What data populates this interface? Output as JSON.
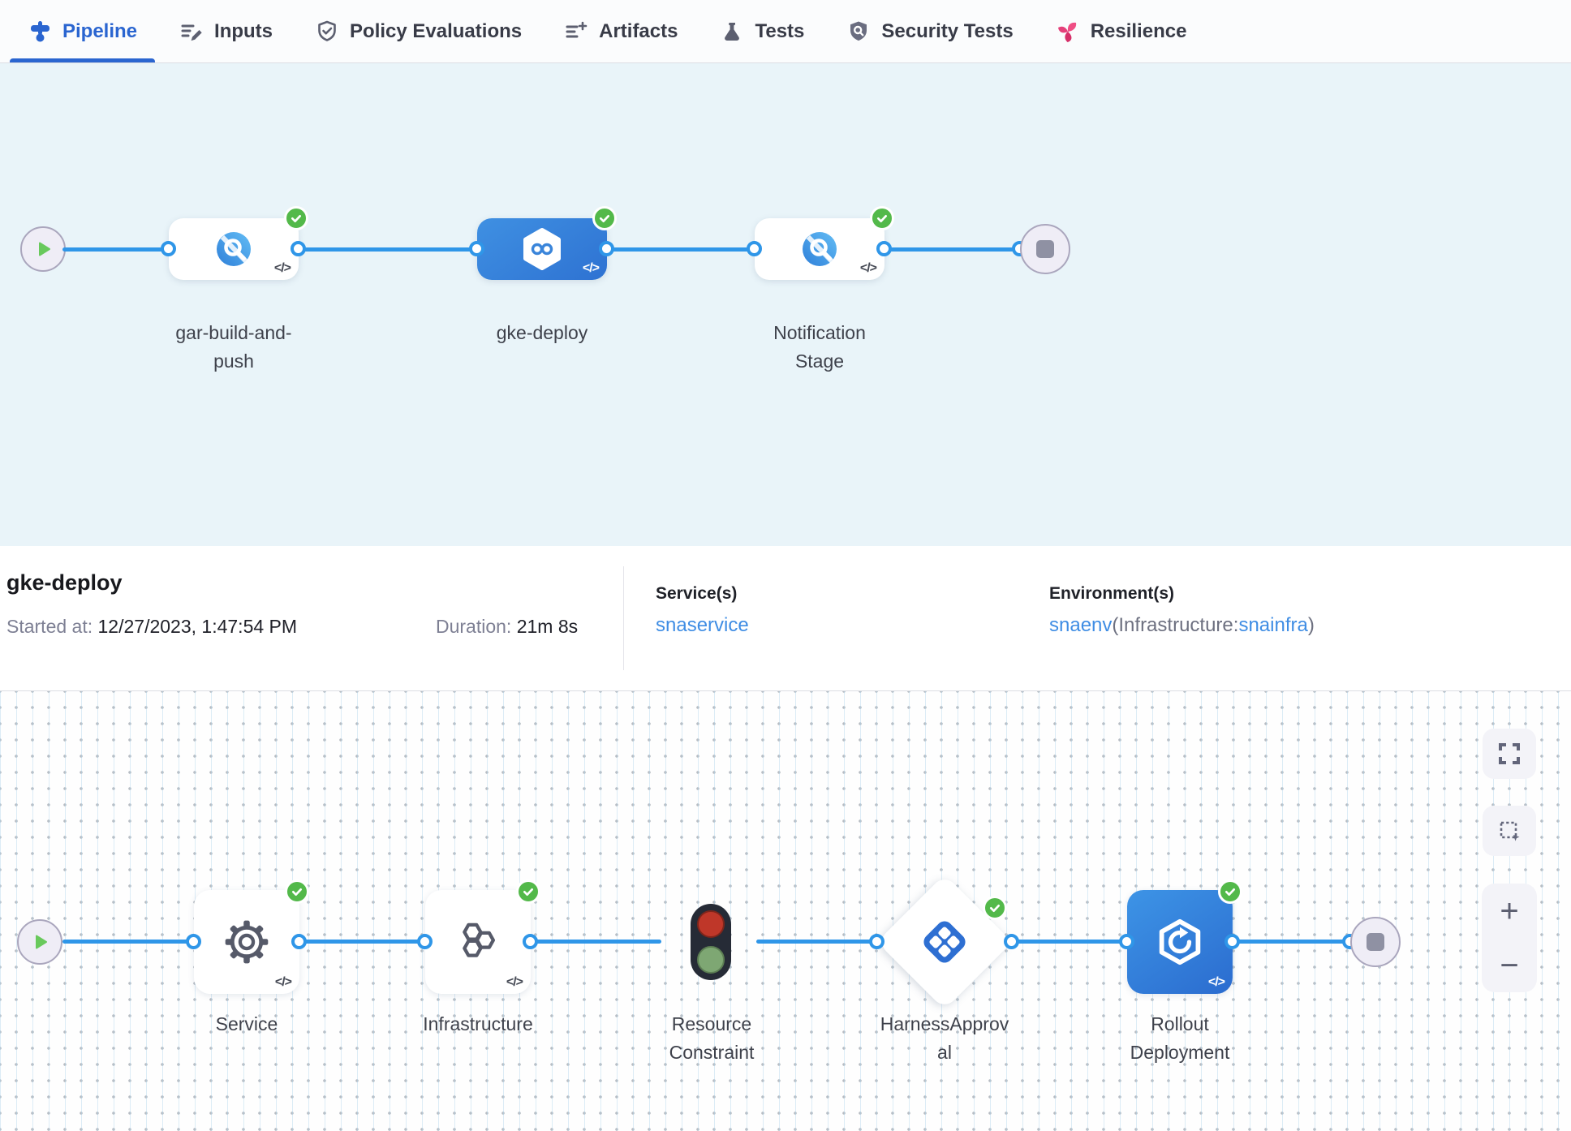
{
  "tabs": {
    "items": [
      {
        "label": "Pipeline",
        "active": true
      },
      {
        "label": "Inputs",
        "active": false
      },
      {
        "label": "Policy Evaluations",
        "active": false
      },
      {
        "label": "Artifacts",
        "active": false
      },
      {
        "label": "Tests",
        "active": false
      },
      {
        "label": "Security Tests",
        "active": false
      },
      {
        "label": "Resilience",
        "active": false
      }
    ]
  },
  "stage_graph": {
    "stages": [
      {
        "label": "gar-build-and-push",
        "status": "success",
        "selected": false
      },
      {
        "label": "gke-deploy",
        "status": "success",
        "selected": true
      },
      {
        "label": "Notification Stage",
        "status": "success",
        "selected": false
      }
    ]
  },
  "details": {
    "title": "gke-deploy",
    "started_label": "Started at:",
    "started_value": "12/27/2023, 1:47:54 PM",
    "duration_label": "Duration:",
    "duration_value": "21m 8s",
    "services_label": "Service(s)",
    "service_link": "snaservice",
    "environments_label": "Environment(s)",
    "environment_link": "snaenv",
    "infrastructure_prefix": "(Infrastructure:",
    "infrastructure_link": "snainfra",
    "infrastructure_suffix": ")"
  },
  "execution_graph": {
    "steps": [
      {
        "label": "Service",
        "status": "success"
      },
      {
        "label": "Infrastructure",
        "status": "success"
      },
      {
        "label": "Resource Constraint",
        "status": "none"
      },
      {
        "label": "HarnessApproval",
        "status": "success"
      },
      {
        "label": "Rollout Deployment",
        "status": "success"
      }
    ]
  },
  "misc": {
    "code_glyph": "</>",
    "zoom_in": "+",
    "zoom_out": "−"
  },
  "colors": {
    "edge_blue": "#2f96e8",
    "active_tab_blue": "#2a65d0",
    "success_green": "#53b94a",
    "link_blue": "#3f8de4",
    "selected_stage_blue": "#2e72d2",
    "resilience_pink": "#e5407a",
    "top_graph_bg": "#e9f4f9"
  }
}
